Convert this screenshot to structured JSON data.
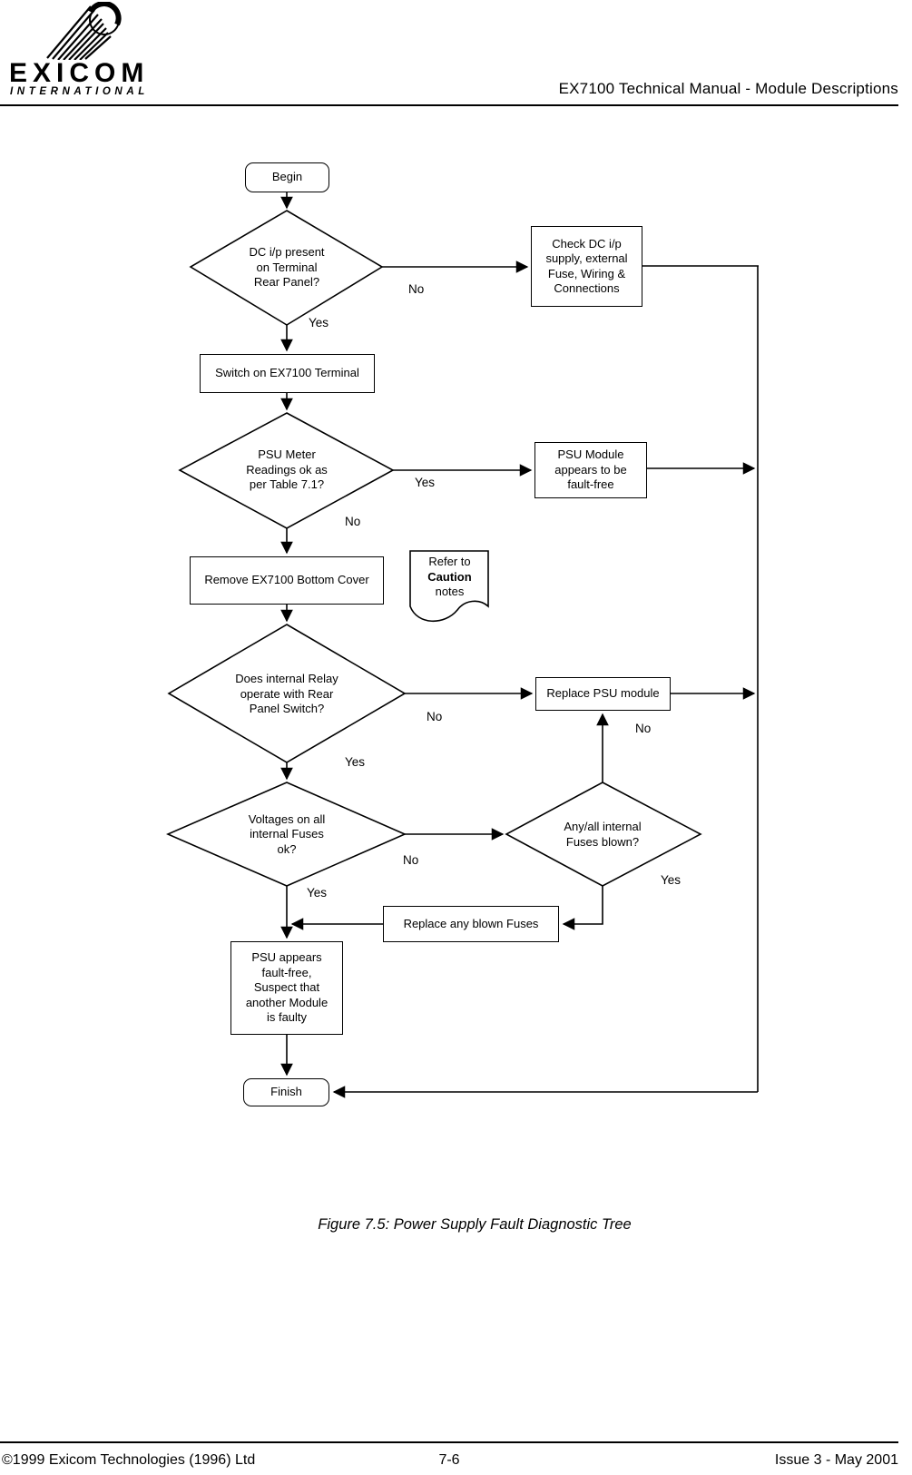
{
  "header": {
    "brand": "EXICOM",
    "brand_sub": "INTERNATIONAL",
    "title": "EX7100 Technical Manual - Module Descriptions"
  },
  "flowchart": {
    "begin": "Begin",
    "finish": "Finish",
    "d_dc": [
      "DC i/p present",
      "on Terminal",
      "Rear Panel?"
    ],
    "b_check": [
      "Check DC i/p",
      "supply, external",
      "Fuse, Wiring &",
      "Connections"
    ],
    "b_switch": "Switch on EX7100 Terminal",
    "d_meter": [
      "PSU Meter",
      "Readings ok as",
      "per Table 7.1?"
    ],
    "b_psuff": [
      "PSU Module",
      "appears to be",
      "fault-free"
    ],
    "b_remove": "Remove EX7100 Bottom Cover",
    "note": {
      "l1": "Refer to",
      "l2": "Caution",
      "l3": "notes"
    },
    "d_relay": [
      "Does internal Relay",
      "operate with Rear",
      "Panel Switch?"
    ],
    "b_replace_psu": "Replace PSU module",
    "d_volt": [
      "Voltages on all",
      "internal Fuses",
      "ok?"
    ],
    "d_blown": [
      "Any/all internal",
      "Fuses blown?"
    ],
    "b_replace_fuses": "Replace any blown Fuses",
    "b_psu_appears": [
      "PSU appears",
      "fault-free,",
      "Suspect that",
      "another Module",
      "is faulty"
    ],
    "labels": {
      "no1": "No",
      "yes1": "Yes",
      "yes2": "Yes",
      "no2": "No",
      "no3": "No",
      "yes3": "Yes",
      "no4": "No",
      "yes4": "Yes",
      "no5": "No",
      "yes5": "Yes"
    }
  },
  "caption": "Figure 7.5: Power Supply Fault Diagnostic Tree",
  "footer": {
    "copyright": "©1999 Exicom Technologies (1996) Ltd",
    "page": "7-6",
    "issue": "Issue 3 - May 2001"
  }
}
